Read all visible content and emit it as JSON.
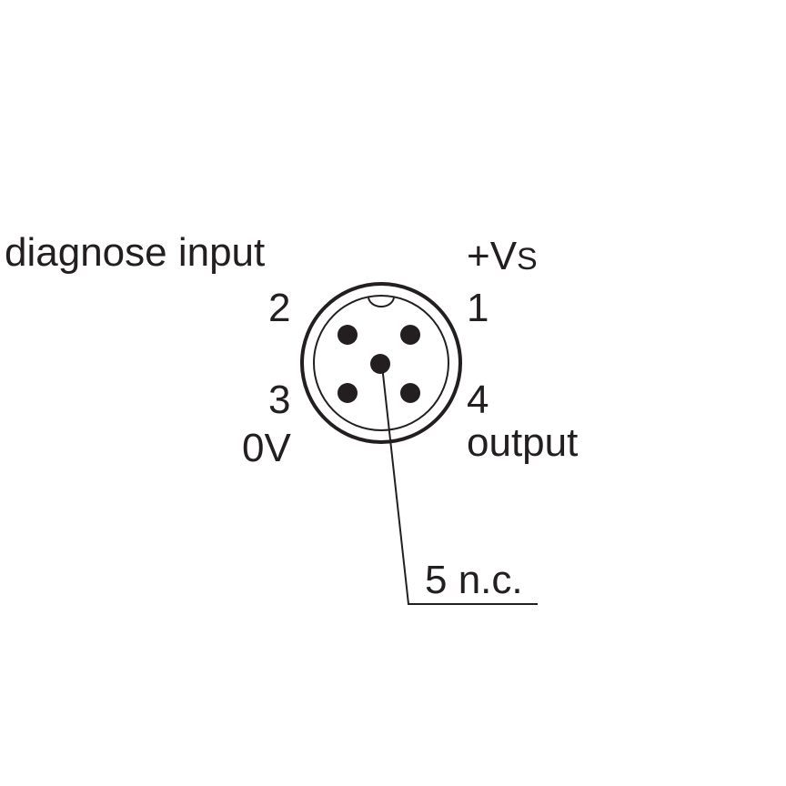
{
  "diagram": {
    "colors": {
      "ink": "#231f20",
      "background": "#ffffff"
    },
    "pins": [
      {
        "number": "1",
        "function_main": "+V",
        "function_sub": "S"
      },
      {
        "number": "2",
        "function": "diagnose input"
      },
      {
        "number": "3",
        "function": "0V"
      },
      {
        "number": "4",
        "function": "output"
      },
      {
        "number": "5",
        "function": "n.c."
      }
    ],
    "pin5_callout": "5 n.c."
  }
}
